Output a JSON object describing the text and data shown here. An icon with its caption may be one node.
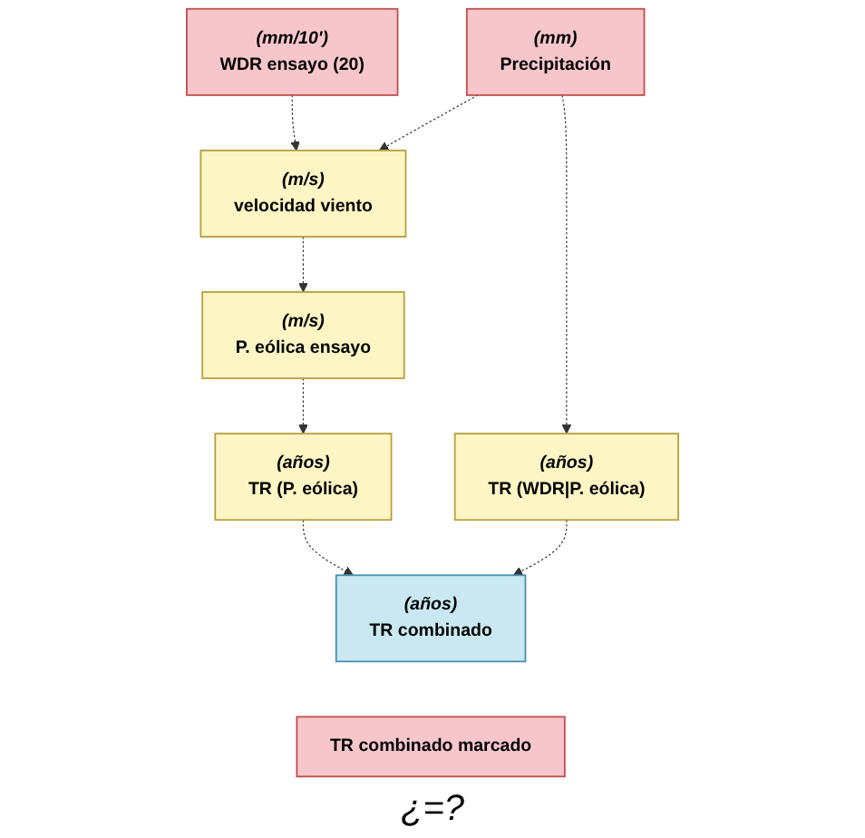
{
  "diagram": {
    "nodes": [
      {
        "text": [
          "(mm/10')",
          "WDR ensayo (20)"
        ]
      },
      {
        "text": [
          "(mm)",
          "Precipitación"
        ]
      },
      {
        "text": [
          "(m/s)",
          "velocidad viento"
        ]
      },
      {
        "text": [
          "(m/s)",
          "P. eólica ensayo"
        ]
      },
      {
        "text": [
          "(años)",
          "TR (WDR|P. eólica)"
        ]
      },
      {
        "text": [
          "(años)",
          "TR (P. eólica)"
        ]
      },
      {
        "text": [
          "(años)",
          "TR combinado"
        ]
      },
      {
        "text": [
          "TR combinado marcado"
        ]
      }
    ],
    "edges": [
      {
        "from": 0,
        "to": 2,
        "arrow": "to",
        "style": "dashed"
      },
      {
        "from": 1,
        "to": 2,
        "arrow": "to",
        "style": "dashed"
      },
      {
        "from": 1,
        "to": 4,
        "arrow": "to",
        "style": "dashed"
      },
      {
        "from": 2,
        "to": 3,
        "arrow": "to",
        "style": "dashed"
      },
      {
        "from": 3,
        "to": 5,
        "arrow": "to",
        "style": "dashed"
      },
      {
        "from": 4,
        "to": 6,
        "arrow": "to",
        "style": "dashed"
      },
      {
        "from": 5,
        "to": 6,
        "arrow": "to",
        "style": "dashed"
      }
    ],
    "labels": [
      "¿=?"
    ]
  }
}
